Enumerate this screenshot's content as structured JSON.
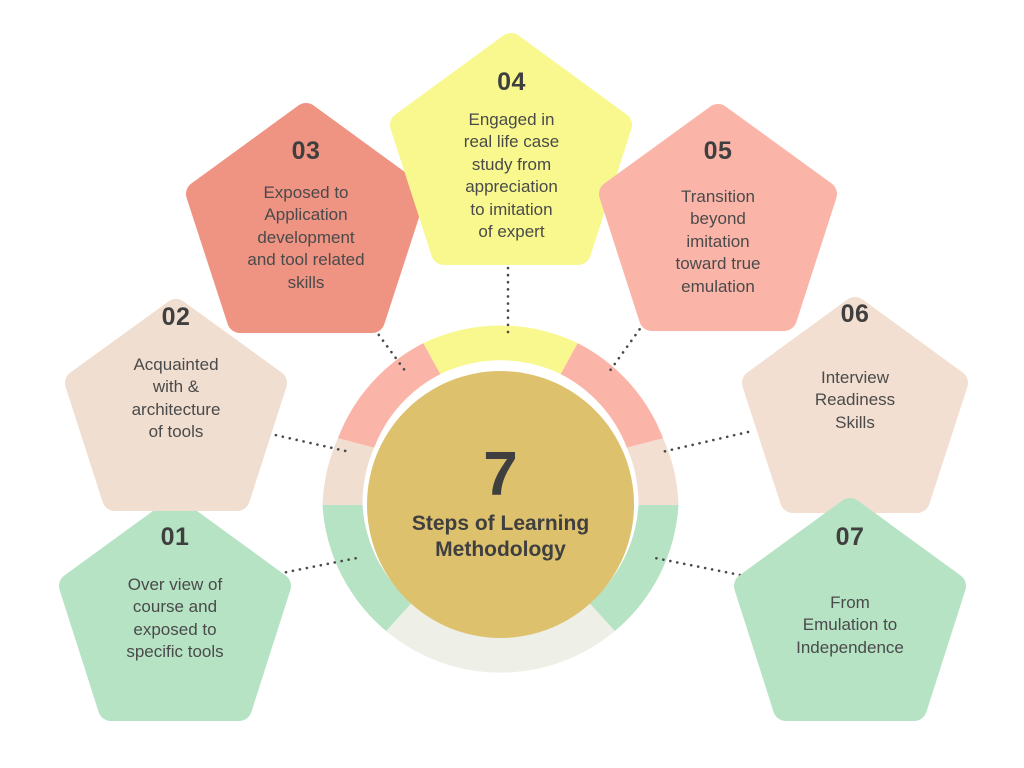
{
  "center": {
    "number": "7",
    "title_line1": "Steps of Learning",
    "title_line2": "Methodology",
    "circle_color": "#ddc16d",
    "text_color": "#3f3f3f"
  },
  "steps": [
    {
      "number": "01",
      "text_line1": "Over view of",
      "text_line2": "course and",
      "text_line3": "exposed to",
      "text_line4": "specific tools",
      "color": "#b5e3c4",
      "ring_color": "#b5e3c4"
    },
    {
      "number": "02",
      "text_line1": "Acquainted",
      "text_line2": "with &",
      "text_line3": "architecture",
      "text_line4": "of tools",
      "color": "#f0ded0",
      "ring_color": "#f0ded0"
    },
    {
      "number": "03",
      "text_line1": "Exposed to",
      "text_line2": "Application",
      "text_line3": "development",
      "text_line4": "and tool related",
      "text_line5": "skills",
      "color": "#ef9383",
      "ring_color": "#fbb5a8"
    },
    {
      "number": "04",
      "text_line1": "Engaged in",
      "text_line2": "real life case",
      "text_line3": "study from",
      "text_line4": "appreciation",
      "text_line5": "to imitation",
      "text_line6": "of expert",
      "color": "#f8f88e",
      "ring_color": "#f8f88e"
    },
    {
      "number": "05",
      "text_line1": "Transition",
      "text_line2": "beyond",
      "text_line3": "imitation",
      "text_line4": "toward true",
      "text_line5": "emulation",
      "color": "#fbb5a8",
      "ring_color": "#fbb5a8"
    },
    {
      "number": "06",
      "text_line1": "Interview",
      "text_line2": "Readiness",
      "text_line3": "Skills",
      "color": "#f2dfd1",
      "ring_color": "#f2dfd1"
    },
    {
      "number": "07",
      "text_line1": "From",
      "text_line2": "Emulation to",
      "text_line3": "Independence",
      "color": "#b5e3c4",
      "ring_color": "#eef0e8"
    }
  ],
  "chart_data": {
    "type": "pie",
    "title": "7 Steps of Learning Methodology",
    "categories": [
      "01",
      "02",
      "03",
      "04",
      "05",
      "06",
      "07"
    ],
    "values": [
      1,
      1,
      1,
      1,
      1,
      1,
      1
    ],
    "colors": [
      "#b5e3c4",
      "#f0ded0",
      "#fbb5a8",
      "#f8f88e",
      "#fbb5a8",
      "#f2dfd1",
      "#eef0e8"
    ],
    "labels": [
      "Over view of course and exposed to specific tools",
      "Acquainted with & architecture of tools",
      "Exposed to Application development and tool related skills",
      "Engaged in real life case study from appreciation to imitation of expert",
      "Transition beyond imitation toward true emulation",
      "Interview Readiness Skills",
      "From Emulation to Independence"
    ],
    "legend": "none",
    "grid": false
  },
  "background_color": "#ffffff",
  "connector_color": "#4a4a4a"
}
